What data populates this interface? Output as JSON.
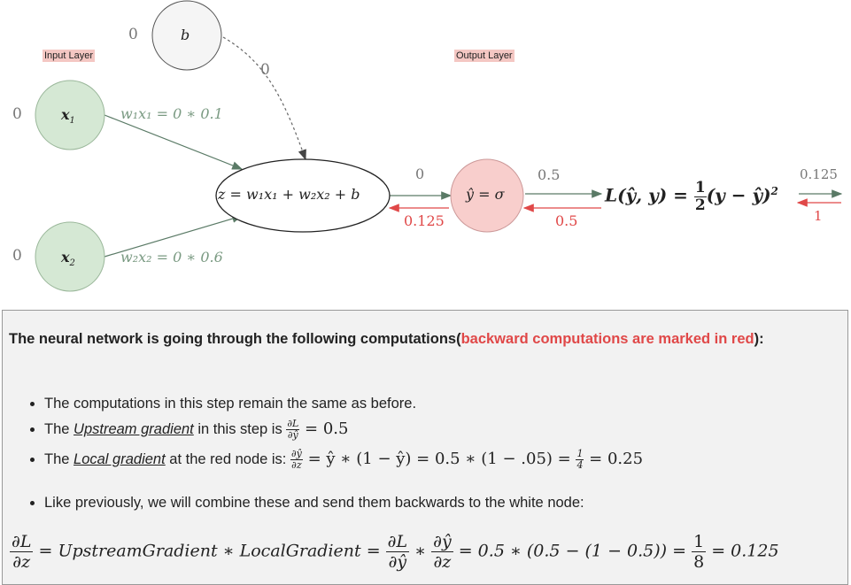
{
  "diagram": {
    "input_layer_label": "Input Layer",
    "output_layer_label": "Output Layer",
    "bias_node": {
      "label": "b",
      "value": "0",
      "edge_value": "0"
    },
    "x1_node": {
      "label": "x",
      "sub": "1",
      "value": "0",
      "edge_label": "w₁x₁ = 0 ∗ 0.1"
    },
    "x2_node": {
      "label": "x",
      "sub": "2",
      "value": "0",
      "edge_label": "w₂x₂ = 0 ∗ 0.6"
    },
    "sum_node": {
      "label": "z = w₁x₁ + w₂x₂ + b"
    },
    "sigma_node": {
      "label": "ŷ = σ"
    },
    "z_forward": "0",
    "z_backward": "0.125",
    "yhat_forward": "0.5",
    "yhat_backward": "0.5",
    "loss_label_main": "L(ŷ, y) = ",
    "loss_label_frac_n": "1",
    "loss_label_frac_d": "2",
    "loss_label_rest": "(y − ŷ)",
    "loss_label_exp": "2",
    "loss_forward": "0.125",
    "loss_backward": "1",
    "colors": {
      "input_node": "#d5e8d4",
      "bias_node": "#f5f5f5",
      "output_node": "#f8cecc",
      "edge_green": "#5a7a66",
      "backward_red": "#e04848"
    }
  },
  "panel": {
    "heading_prefix": "The neural network is going through the following computations(",
    "heading_red": "backward computations are marked in red",
    "heading_suffix": "):",
    "bullet1": "The computations in this step remain the same as before.",
    "bullet2_a": "The ",
    "bullet2_link": "Upstream gradient",
    "bullet2_b": " in this step is ",
    "bullet2_frac_n": "∂L",
    "bullet2_frac_d": "∂ŷ",
    "bullet2_eq": " = 0.5",
    "bullet3_a": "The ",
    "bullet3_link": "Local gradient",
    "bullet3_b": " at the red node is: ",
    "bullet3_frac_n": "∂ŷ",
    "bullet3_frac_d": "∂z",
    "bullet3_eq": " = ŷ ∗ (1 − ŷ) = 0.5 ∗ (1 − .05) = ",
    "bullet3_frac2_n": "1",
    "bullet3_frac2_d": "4",
    "bullet3_eq2": " = 0.25",
    "bullet4": "Like previously, we will combine these and send them backwards to the white node:",
    "final_frac1_n": "∂L",
    "final_frac1_d": "∂z",
    "final_mid": " = UpstreamGradient ∗ LocalGradient = ",
    "final_frac2_n": "∂L",
    "final_frac2_d": "∂ŷ",
    "final_times": " ∗ ",
    "final_frac3_n": "∂ŷ",
    "final_frac3_d": "∂z",
    "final_mid2": " = 0.5 ∗ (0.5 − (1 − 0.5)) = ",
    "final_frac4_n": "1",
    "final_frac4_d": "8",
    "final_end": " = 0.125"
  }
}
